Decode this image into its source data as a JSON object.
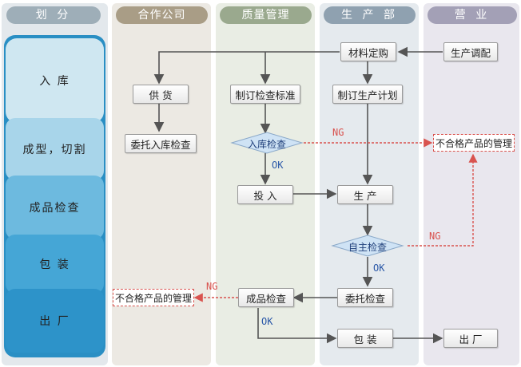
{
  "header": {
    "division": "划      分",
    "partner": "合作公司",
    "quality": "质量管理",
    "production": "生 产 部",
    "sales": "营    业"
  },
  "stages": [
    "入    库",
    "成型，切割",
    "成品检查",
    "包    装",
    "出    厂"
  ],
  "boxes": {
    "material_order": "材料定购",
    "production_adjust": "生产调配",
    "supply": "供    货",
    "inspection_standard": "制订检查标准",
    "production_plan": "制订生产计划",
    "entrust_incoming": "委托入库检查",
    "incoming_check": "入库检查",
    "input": "投    入",
    "produce": "生    产",
    "self_check": "自主检查",
    "nonconforming_right": "不合格产品的管理",
    "nonconforming_left": "不合格产品的管理",
    "product_check": "成品检查",
    "entrust_check": "委托检查",
    "packaging": "包    装",
    "shipment": "出    厂"
  },
  "labels": {
    "ng1": "NG",
    "ok1": "OK",
    "ng2": "NG",
    "ok2": "OK",
    "ng3": "NG",
    "ok3": "OK"
  },
  "colors": {
    "header_division": "#9eaeb8",
    "header_partner": "#a99d86",
    "header_quality": "#9aa98e",
    "header_production": "#8fa1b0",
    "header_sales": "#a3a0b6",
    "ok": "#2a58a8",
    "ng": "#d9534f",
    "arrow": "#555555"
  }
}
